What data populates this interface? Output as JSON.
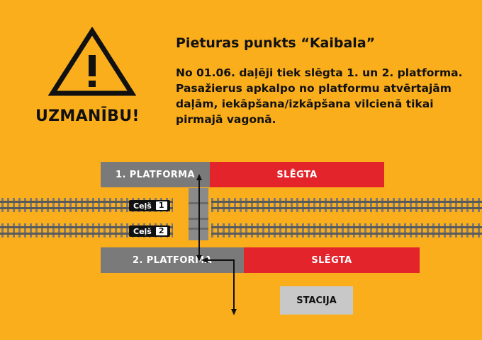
{
  "warning": {
    "icon": "warning-triangle-icon",
    "label": "UZMANĪBU!"
  },
  "notice": {
    "title": "Pieturas punkts “Kaibala”",
    "body": "No 01.06. daļēji tiek slēgta 1. un 2. platforma. Pasažierus apkalpo no platformu atvērtajām daļām, iekāpšana/izkāpšana vilcienā tikai pirmajā vagonā."
  },
  "platform1": {
    "open_label": "1. PLATFORMA",
    "closed_label": "SLĒGTA"
  },
  "platform2": {
    "open_label": "2. PLATFORMA",
    "closed_label": "SLĒGTA"
  },
  "tracks": [
    {
      "label": "Ceļš",
      "number": "1"
    },
    {
      "label": "Ceļš",
      "number": "2"
    }
  ],
  "station_label": "STACIJA",
  "colors": {
    "background": "#FBAE1C",
    "closed": "#E3242B",
    "open": "#7A7A7A",
    "station": "#C8C8C8"
  }
}
